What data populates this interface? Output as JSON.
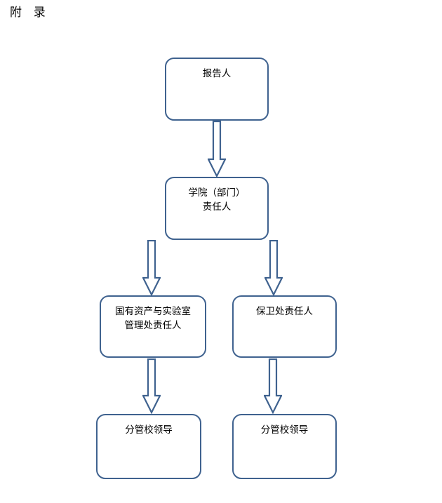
{
  "document": {
    "title": "附  录",
    "type": "flowchart",
    "background_color": "#ffffff"
  },
  "theme": {
    "node_border_color": "#3f628f",
    "node_fill_color": "#ffffff",
    "arrow_stroke_color": "#3f628f",
    "arrow_fill_color": "#ffffff",
    "text_color": "#000000"
  },
  "flowchart": {
    "nodes": [
      {
        "id": "reporter",
        "label": "报告人",
        "icon": "rounded-rectangle",
        "level": 1
      },
      {
        "id": "college-officer",
        "label": "学院（部门）\n责任人",
        "icon": "rounded-rectangle",
        "level": 2
      },
      {
        "id": "asset-lab-officer",
        "label": "国有资产与实验室\n管理处责任人",
        "icon": "rounded-rectangle",
        "level": 3
      },
      {
        "id": "security-officer",
        "label": "保卫处责任人",
        "icon": "rounded-rectangle",
        "level": 3
      },
      {
        "id": "school-leader-left",
        "label": "分管校领导",
        "icon": "rounded-rectangle",
        "level": 4
      },
      {
        "id": "school-leader-right",
        "label": "分管校领导",
        "icon": "rounded-rectangle",
        "level": 4
      }
    ],
    "connectors": [
      {
        "id": "c1",
        "from": "reporter",
        "to": "college-officer",
        "icon": "down-block-arrow"
      },
      {
        "id": "c2",
        "from": "college-officer",
        "to": "asset-lab-officer",
        "icon": "down-block-arrow"
      },
      {
        "id": "c3",
        "from": "college-officer",
        "to": "security-officer",
        "icon": "down-block-arrow"
      },
      {
        "id": "c4",
        "from": "asset-lab-officer",
        "to": "school-leader-left",
        "icon": "down-block-arrow"
      },
      {
        "id": "c5",
        "from": "security-officer",
        "to": "school-leader-right",
        "icon": "down-block-arrow"
      }
    ]
  }
}
